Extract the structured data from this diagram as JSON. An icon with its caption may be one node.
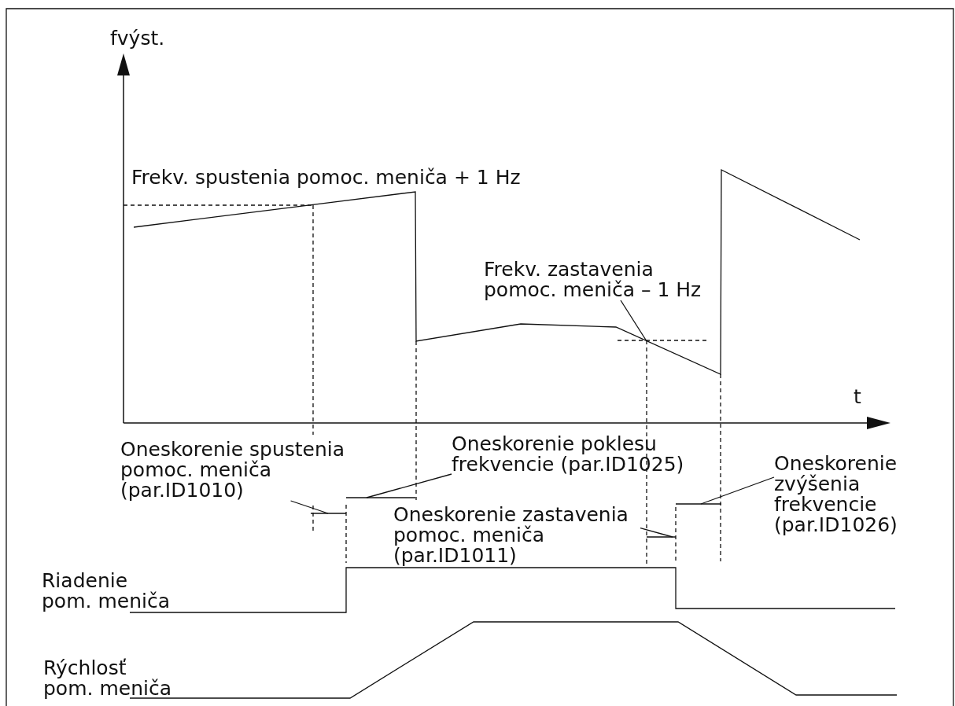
{
  "diagram": {
    "nodes": [
      {
        "text": [
          "Frekv. zastavenia pomoc. meniča – 1 Hz"
        ]
      },
      {
        "text": [
          "Oneskorenie spustenia pomoc. meniča (par.ID1010)"
        ]
      },
      {
        "text": [
          "Oneskorenie poklesu frekvencie (par.ID1025)"
        ]
      },
      {
        "text": [
          "Oneskorenie zastavenia pomoc. meniča (par.ID1011)"
        ]
      },
      {
        "text": [
          "Oneskorenie zvýšenia frekvencie (par.ID1026)"
        ]
      }
    ],
    "edges": [
      {
        "from": 0,
        "to": null,
        "arrow": "none"
      },
      {
        "from": 1,
        "to": null,
        "arrow": "none"
      },
      {
        "from": 2,
        "to": null,
        "arrow": "none"
      },
      {
        "from": 3,
        "to": null,
        "arrow": "none"
      },
      {
        "from": 4,
        "to": null,
        "arrow": "none"
      }
    ],
    "labels": [
      "fvýst.",
      "Frekv. spustenia pomoc. meniča + 1 Hz",
      "t",
      "Riadenie pom. meniča",
      "Rýchlosť pom. meniča"
    ]
  }
}
